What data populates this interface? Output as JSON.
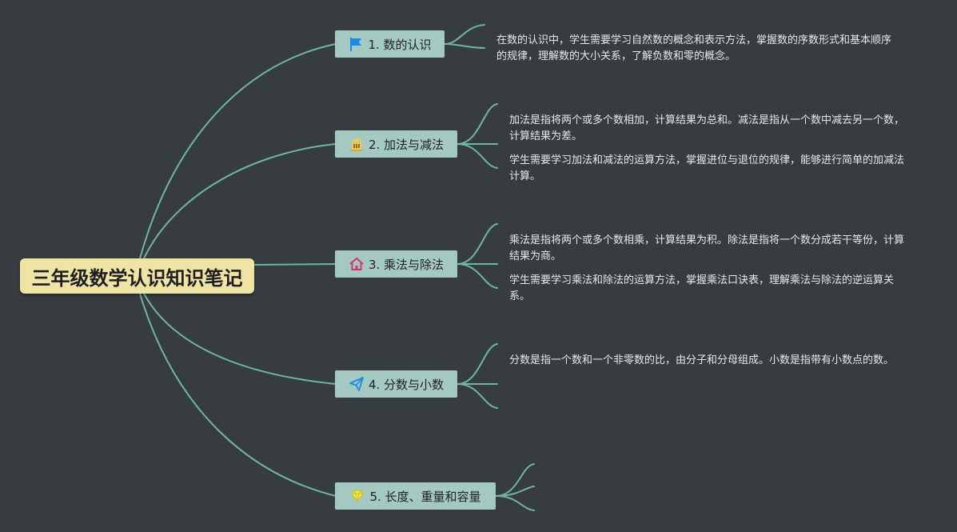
{
  "root": {
    "title": "三年级数学认识知识笔记"
  },
  "colors": {
    "background": "#373c3f",
    "root_fill": "#efe4a3",
    "topic_fill": "#a3c9c0",
    "link": "#6fb5a3"
  },
  "topics": [
    {
      "label": "1. 数的认识",
      "icon": "flag-icon",
      "notes": [
        "在数的认识中，学生需要学习自然数的概念和表示方法，掌握数的序数形式和基本顺序的规律，理解数的大小关系，了解负数和零的概念。"
      ]
    },
    {
      "label": "2. 加法与减法",
      "icon": "building-icon",
      "notes": [
        "加法是指将两个或多个数相加，计算结果为总和。减法是指从一个数中减去另一个数，计算结果为差。",
        "学生需要学习加法和减法的运算方法，掌握进位与退位的规律，能够进行简单的加减法计算。"
      ]
    },
    {
      "label": "3. 乘法与除法",
      "icon": "house-icon",
      "notes": [
        "乘法是指将两个或多个数相乘，计算结果为积。除法是指将一个数分成若干等份，计算结果为商。",
        "学生需要学习乘法和除法的运算方法，掌握乘法口诀表，理解乘法与除法的逆运算关系。"
      ]
    },
    {
      "label": "4. 分数与小数",
      "icon": "paper-plane-icon",
      "notes": [
        "分数是指一个数和一个非零数的比，由分子和分母组成。小数是指带有小数点的数。"
      ]
    },
    {
      "label": "5. 长度、重量和容量",
      "icon": "diamond-icon",
      "notes": []
    }
  ]
}
